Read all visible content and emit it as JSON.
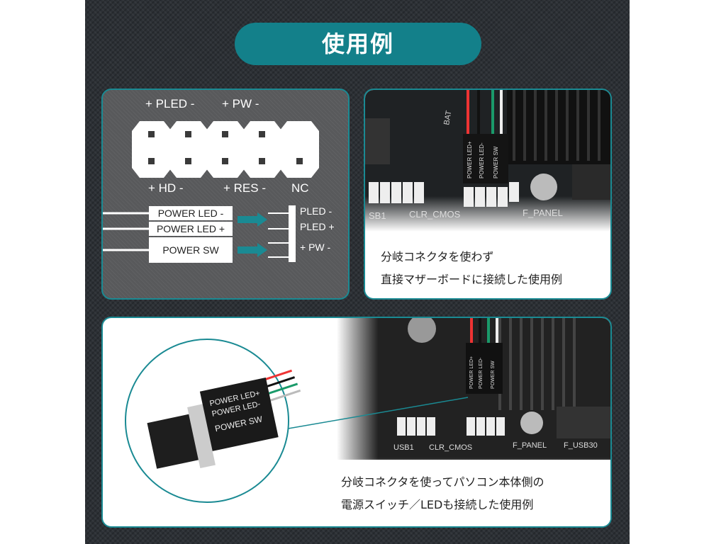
{
  "title": "使用例",
  "pinout": {
    "top_labels": [
      "+ PLED -",
      "+ PW -"
    ],
    "bottom_labels": [
      "+ HD -",
      "+ RES -",
      "NC"
    ],
    "cable_labels": [
      "POWER LED -",
      "POWER LED +",
      "POWER SW"
    ],
    "header_labels": [
      "PLED -",
      "PLED +",
      "+ PW -"
    ]
  },
  "photo1": {
    "board_labels": {
      "sb1": "SB1",
      "clr": "CLR_CMOS",
      "fpanel": "F_PANEL",
      "bat": "BAT",
      "led_p": "POWER LED+",
      "led_m": "POWER LED-",
      "sw": "POWER SW"
    },
    "caption": [
      "分岐コネクタを使わず",
      "直接マザーボードに接続した使用例"
    ]
  },
  "photo2": {
    "board_labels": {
      "usb1": "USB1",
      "clr": "CLR_CMOS",
      "fpanel": "F_PANEL",
      "fusb": "F_USB30",
      "led_p": "POWER LED+",
      "led_m": "POWER LED-",
      "sw": "POWER SW"
    },
    "connector_labels": [
      "POWER LED+",
      "POWER LED-",
      "POWER SW"
    ],
    "caption": [
      "分岐コネクタを使ってパソコン本体側の",
      "電源スイッチ／LEDも接続した使用例"
    ]
  },
  "colors": {
    "accent": "#13808a",
    "background": "#2c3035"
  }
}
